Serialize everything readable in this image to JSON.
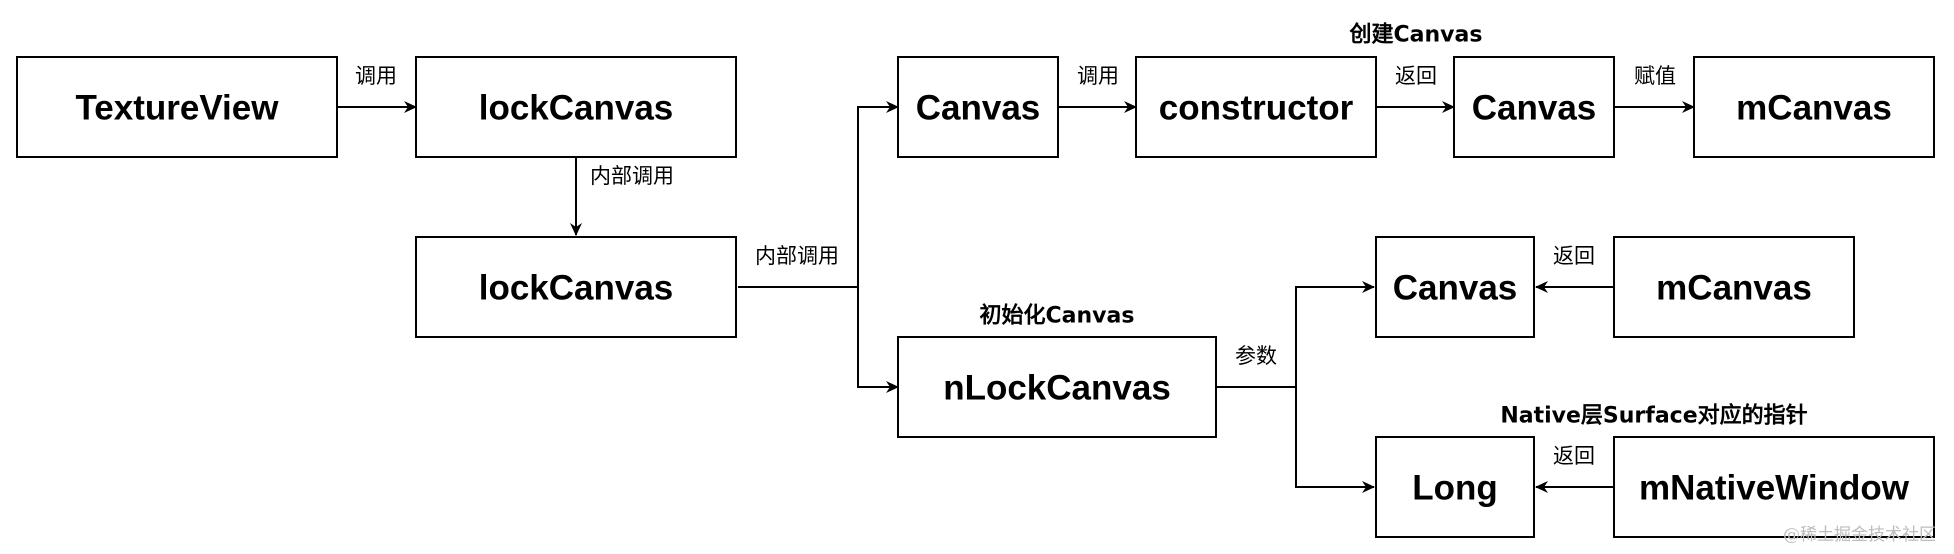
{
  "nodes": {
    "textureview": "TextureView",
    "lockcanvas_1": "lockCanvas",
    "lockcanvas_2": "lockCanvas",
    "canvas_1": "Canvas",
    "constructor": "constructor",
    "canvas_2": "Canvas",
    "mcanvas_1": "mCanvas",
    "nlockcanvas": "nLockCanvas",
    "canvas_3": "Canvas",
    "mcanvas_2": "mCanvas",
    "long": "Long",
    "mnativewindow": "mNativeWindow"
  },
  "edges": {
    "call_1": "调用",
    "internal_call_1": "内部调用",
    "internal_call_2": "内部调用",
    "call_2": "调用",
    "return_1": "返回",
    "assign": "赋值",
    "param": "参数",
    "return_2": "返回",
    "return_3": "返回"
  },
  "notes": {
    "create_canvas": "创建Canvas",
    "init_canvas": "初始化Canvas",
    "native_surface": "Native层Surface对应的指针"
  },
  "watermark": "@稀土掘金技术社区",
  "colors": {
    "stroke": "#000000",
    "background": "#ffffff",
    "watermark": "#bdbdbd"
  }
}
